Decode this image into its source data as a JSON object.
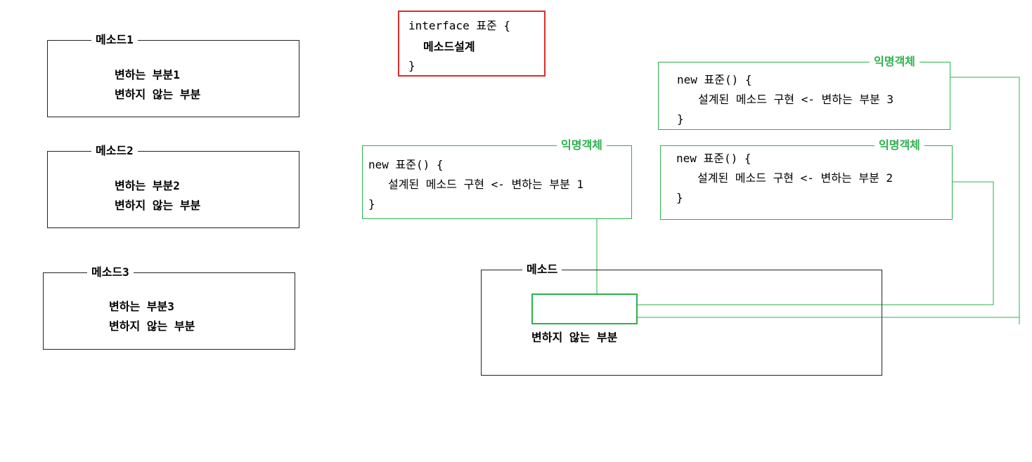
{
  "methods": [
    {
      "title": "메소드1",
      "line1": "변하는 부분1",
      "line2": "변하지 않는 부분"
    },
    {
      "title": "메소드2",
      "line1": "변하는 부분2",
      "line2": "변하지 않는 부분"
    },
    {
      "title": "메소드3",
      "line1": "변하는 부분3",
      "line2": "변하지 않는 부분"
    }
  ],
  "interface": {
    "line1": "interface 표준 {",
    "line2": "메소드설계",
    "line3": "}"
  },
  "anonymous": [
    {
      "label": "익명객체",
      "line1": "new 표준() {",
      "line2": "설계된 메소드 구현 <- 변하는 부분 1",
      "line3": "}"
    },
    {
      "label": "익명객체",
      "line1": "new 표준() {",
      "line2": "설계된 메소드 구현 <- 변하는 부분 3",
      "line3": "}"
    },
    {
      "label": "익명객체",
      "line1": "new 표준() {",
      "line2": "설계된 메소드 구현 <- 변하는 부분 2",
      "line3": "}"
    }
  ],
  "combined": {
    "title": "메소드",
    "fixed": "변하지 않는 부분"
  },
  "colors": {
    "green": "#2bb24c",
    "red": "#e02a2a",
    "black": "#222222"
  }
}
